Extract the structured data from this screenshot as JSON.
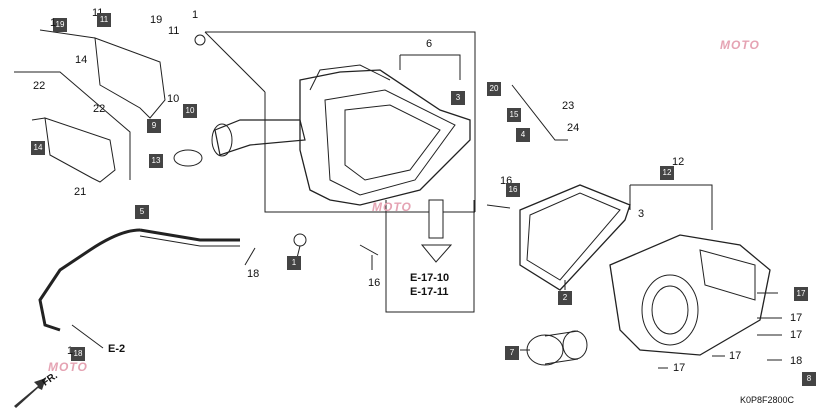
{
  "diagram": {
    "code": "K0P8F2800C",
    "refs": {
      "e17_10": "E-17-10",
      "e17_11": "E-17-11",
      "e2": "E-2",
      "fr": "FR."
    },
    "watermark": "MOTO",
    "callouts": [
      {
        "id": "c1a",
        "text": "1",
        "boxed": false
      },
      {
        "id": "c1b",
        "text": "1",
        "boxed": false
      },
      {
        "id": "c1c",
        "text": "1",
        "boxed": true
      },
      {
        "id": "c1d",
        "text": "1",
        "boxed": false
      },
      {
        "id": "c2",
        "text": "2",
        "boxed": true
      },
      {
        "id": "c3a",
        "text": "3",
        "boxed": true
      },
      {
        "id": "c3b",
        "text": "3",
        "boxed": false
      },
      {
        "id": "c4",
        "text": "4",
        "boxed": true
      },
      {
        "id": "c5",
        "text": "5",
        "boxed": true
      },
      {
        "id": "c6",
        "text": "6",
        "boxed": false
      },
      {
        "id": "c7",
        "text": "7",
        "boxed": true
      },
      {
        "id": "c8",
        "text": "8",
        "boxed": true
      },
      {
        "id": "c9",
        "text": "9",
        "boxed": true
      },
      {
        "id": "c10a",
        "text": "10",
        "boxed": false
      },
      {
        "id": "c10b",
        "text": "10",
        "boxed": true
      },
      {
        "id": "c11a",
        "text": "11",
        "boxed": false
      },
      {
        "id": "c11b",
        "text": "11",
        "boxed": true
      },
      {
        "id": "c11c",
        "text": "11",
        "boxed": false
      },
      {
        "id": "c12a",
        "text": "12",
        "boxed": false
      },
      {
        "id": "c12b",
        "text": "12",
        "boxed": true
      },
      {
        "id": "c13",
        "text": "13",
        "boxed": true
      },
      {
        "id": "c14a",
        "text": "14",
        "boxed": false
      },
      {
        "id": "c14b",
        "text": "14",
        "boxed": true
      },
      {
        "id": "c15",
        "text": "15",
        "boxed": true
      },
      {
        "id": "c16a",
        "text": "16",
        "boxed": false
      },
      {
        "id": "c16b",
        "text": "16",
        "boxed": true
      },
      {
        "id": "c16c",
        "text": "16",
        "boxed": false
      },
      {
        "id": "c17a",
        "text": "17",
        "boxed": true
      },
      {
        "id": "c17b",
        "text": "17",
        "boxed": false
      },
      {
        "id": "c17c",
        "text": "17",
        "boxed": false
      },
      {
        "id": "c17d",
        "text": "17",
        "boxed": false
      },
      {
        "id": "c17e",
        "text": "17",
        "boxed": false
      },
      {
        "id": "c18a",
        "text": "18",
        "boxed": false
      },
      {
        "id": "c18b",
        "text": "18",
        "boxed": true
      },
      {
        "id": "c18c",
        "text": "18",
        "boxed": false
      },
      {
        "id": "c19a",
        "text": "19",
        "boxed": true
      },
      {
        "id": "c19b",
        "text": "19",
        "boxed": false
      },
      {
        "id": "c20",
        "text": "20",
        "boxed": true
      },
      {
        "id": "c21",
        "text": "21",
        "boxed": false
      },
      {
        "id": "c22a",
        "text": "22",
        "boxed": false
      },
      {
        "id": "c22b",
        "text": "22",
        "boxed": false
      },
      {
        "id": "c23",
        "text": "23",
        "boxed": false
      },
      {
        "id": "c24",
        "text": "24",
        "boxed": false
      }
    ]
  }
}
